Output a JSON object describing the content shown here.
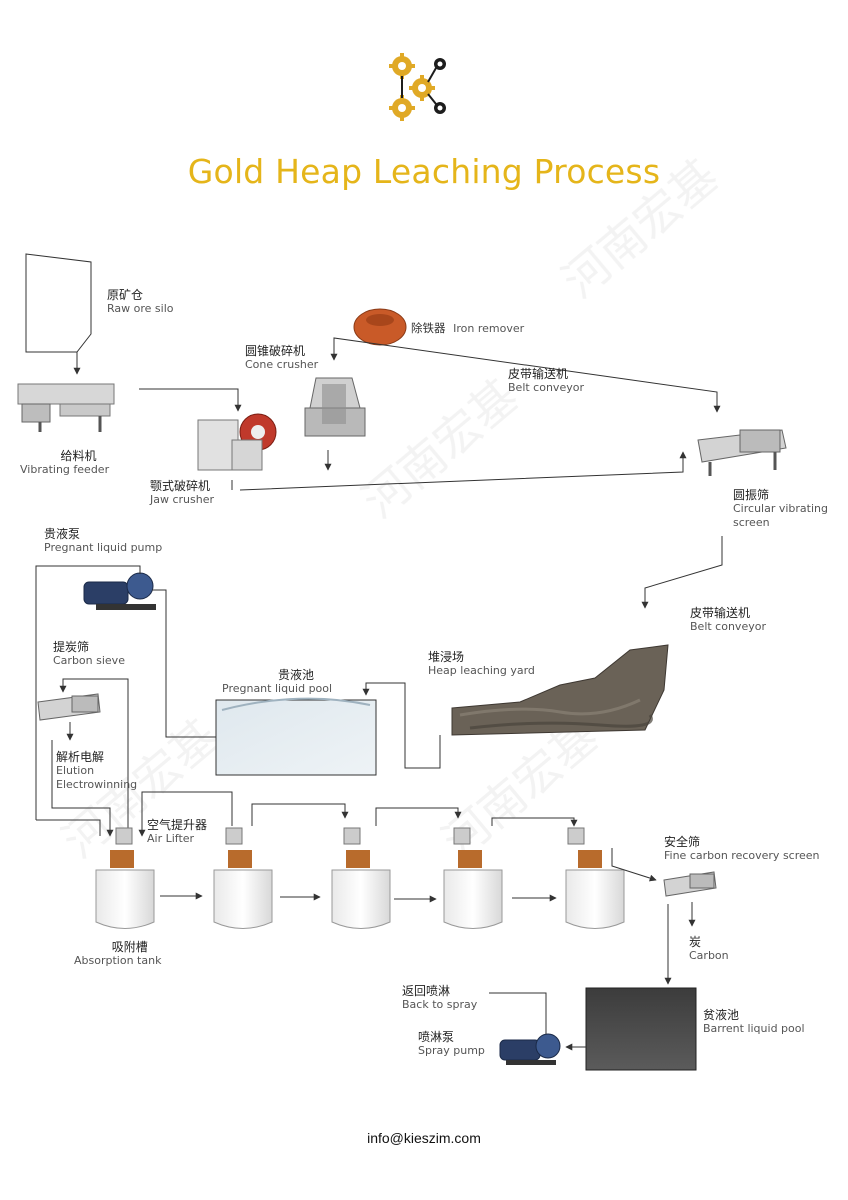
{
  "title": "Gold Heap Leaching Process",
  "footer": "info@kieszim.com",
  "colors": {
    "title": "#e5b51a",
    "logo_gear_gold": "#e0a926",
    "logo_gear_dark": "#1d1d1d"
  },
  "labels": {
    "raw_ore_silo": {
      "zh": "原矿仓",
      "en": "Raw ore silo"
    },
    "iron_remover": {
      "zh": "除铁器",
      "en": "Iron remover"
    },
    "cone_crusher": {
      "zh": "圆锥破碎机",
      "en": "Cone crusher"
    },
    "belt_conveyor_1": {
      "zh": "皮带输送机",
      "en": "Belt conveyor"
    },
    "vibrating_feeder": {
      "zh": "给料机",
      "en": "Vibrating feeder"
    },
    "jaw_crusher": {
      "zh": "颚式破碎机",
      "en": "Jaw crusher"
    },
    "circular_screen": {
      "zh": "圆振筛",
      "en1": "Circular vibrating",
      "en2": "screen"
    },
    "pregnant_pump": {
      "zh": "贵液泵",
      "en": "Pregnant liquid pump"
    },
    "belt_conveyor_2": {
      "zh": "皮带输送机",
      "en": "Belt conveyor"
    },
    "carbon_sieve": {
      "zh": "提炭筛",
      "en": "Carbon sieve"
    },
    "pregnant_pool": {
      "zh": "贵液池",
      "en": "Pregnant liquid pool"
    },
    "heap_yard": {
      "zh": "堆浸场",
      "en": "Heap leaching yard"
    },
    "elution": {
      "zh": "解析电解",
      "en1": "Elution",
      "en2": "Electrowinning"
    },
    "air_lifter": {
      "zh": "空气提升器",
      "en": "Air Lifter"
    },
    "fine_carbon_screen": {
      "zh": "安全筛",
      "en": "Fine carbon recovery screen"
    },
    "absorption_tank": {
      "zh": "吸附槽",
      "en": "Absorption tank"
    },
    "carbon": {
      "zh": "炭",
      "en": "Carbon"
    },
    "back_to_spray": {
      "zh": "返回喷淋",
      "en": "Back to spray"
    },
    "barrent_pool": {
      "zh": "贫液池",
      "en": "Barrent liquid pool"
    },
    "spray_pump": {
      "zh": "喷淋泵",
      "en": "Spray pump"
    }
  },
  "logo_name": "kieszim-gears-logo",
  "watermark_text": "河南宏基"
}
